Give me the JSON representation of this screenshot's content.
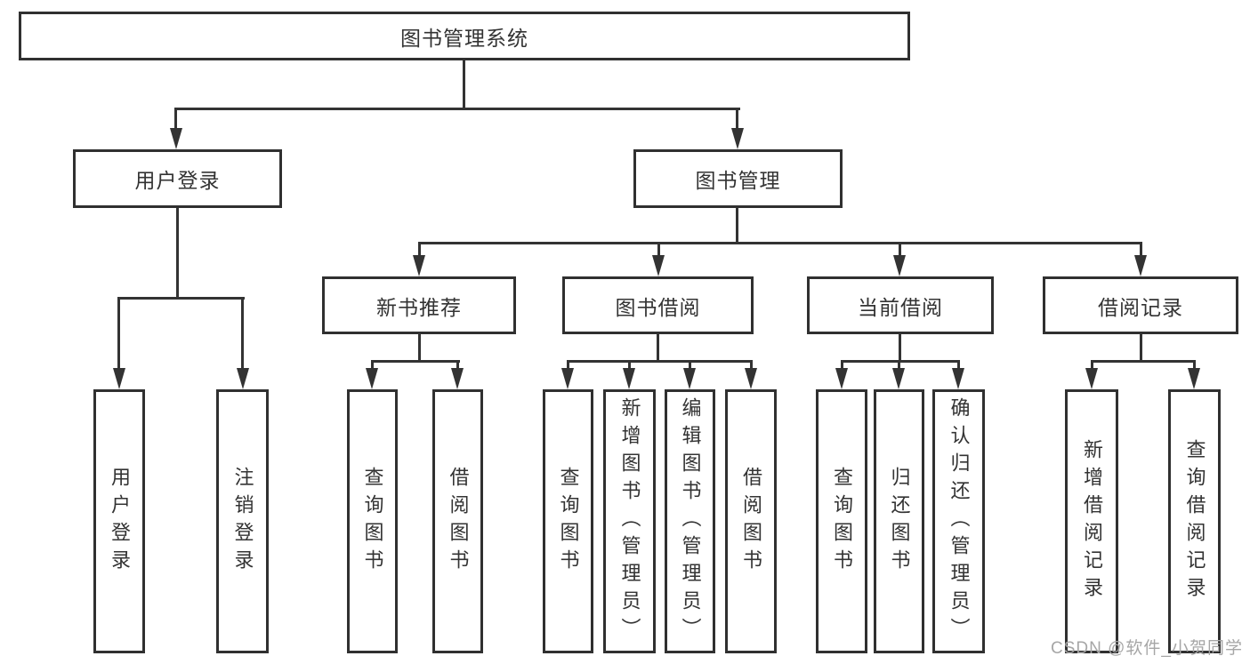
{
  "colors": {
    "line": "#333333",
    "box_border": "#303030",
    "text": "#333333",
    "background": "#ffffff",
    "watermark": "#a6a6a6"
  },
  "watermark": "CSDN @软件_小贺同学",
  "tree": {
    "root": {
      "label": "图书管理系统",
      "children": [
        {
          "label": "用户登录",
          "children": [
            {
              "label": "用户登录"
            },
            {
              "label": "注销登录"
            }
          ]
        },
        {
          "label": "图书管理",
          "children": [
            {
              "label": "新书推荐",
              "children": [
                {
                  "label": "查询图书"
                },
                {
                  "label": "借阅图书"
                }
              ]
            },
            {
              "label": "图书借阅",
              "children": [
                {
                  "label": "查询图书"
                },
                {
                  "label": "新增图书（管理员）"
                },
                {
                  "label": "编辑图书（管理员）"
                },
                {
                  "label": "借阅图书"
                }
              ]
            },
            {
              "label": "当前借阅",
              "children": [
                {
                  "label": "查询图书"
                },
                {
                  "label": "归还图书"
                },
                {
                  "label": "确认归还（管理员）"
                }
              ]
            },
            {
              "label": "借阅记录",
              "children": [
                {
                  "label": "新增借阅记录"
                },
                {
                  "label": "查询借阅记录"
                }
              ]
            }
          ]
        }
      ]
    }
  }
}
